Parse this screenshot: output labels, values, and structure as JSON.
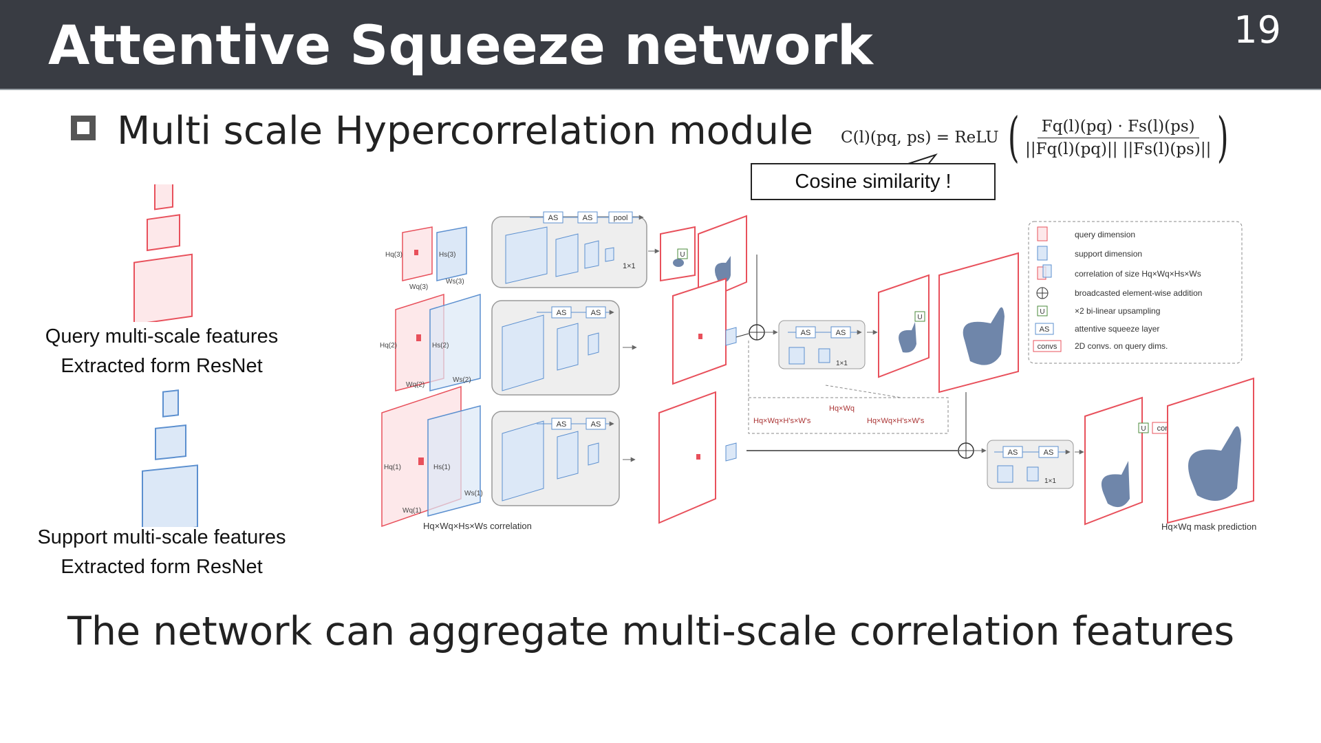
{
  "slide": {
    "title": "Attentive Squeeze network",
    "page_number": "19",
    "bullet": "Multi scale Hypercorrelation module",
    "callout": "Cosine similarity !",
    "query_label_line1": "Query multi-scale features",
    "query_label_line2": "Extracted form ResNet",
    "support_label_line1": "Support multi-scale features",
    "support_label_line2": "Extracted form ResNet",
    "bottom_text": "The network can aggregate multi-scale correlation features"
  },
  "formula": {
    "lhs": "C(l)(pq, ps) = ReLU",
    "numerator": "Fq(l)(pq) · Fs(l)(ps)",
    "denominator": "||Fq(l)(pq)|| ||Fs(l)(ps)||"
  },
  "diagram": {
    "block_labels": {
      "as": "AS",
      "pool": "pool",
      "upsample": "U",
      "convs": "convs",
      "one_by_one": "1×1"
    },
    "legend": [
      {
        "label": "query dimension"
      },
      {
        "label": "support dimension"
      },
      {
        "label": "correlation of size Hq×Wq×Hs×Ws"
      },
      {
        "label": "broadcasted element-wise addition"
      },
      {
        "label": "×2 bi-linear upsampling"
      },
      {
        "label": "attentive squeeze layer"
      },
      {
        "label": "2D convs. on query dims."
      }
    ],
    "captions": {
      "correlation": "Hq×Wq×Hs×Ws correlation",
      "mask": "Hq×Wq mask prediction",
      "dashed_left": "Hq×Wq×H's×W's",
      "dashed_mid": "Hq×Wq",
      "dashed_right": "Hq×Wq×H's×W's"
    },
    "dim_labels": {
      "hq3": "Hq(3)",
      "hs3": "Hs(3)",
      "wq3": "Wq(3)",
      "ws3": "Ws(3)",
      "hq2": "Hq(2)",
      "hs2": "Hs(2)",
      "wq2": "Wq(2)",
      "ws2": "Ws(2)",
      "hq1": "Hq(1)",
      "hs1": "Hs(1)",
      "wq1": "Wq(1)",
      "ws1": "Ws(1)"
    },
    "colors": {
      "query": "#e8505b",
      "query_fill": "#fde8ea",
      "support": "#5b8fcf",
      "support_fill": "#dce8f7",
      "object": "#6f86aa",
      "header_bg": "#393c43",
      "panel_bg": "#eeeeee",
      "u_box": "#4a8a3a"
    }
  }
}
